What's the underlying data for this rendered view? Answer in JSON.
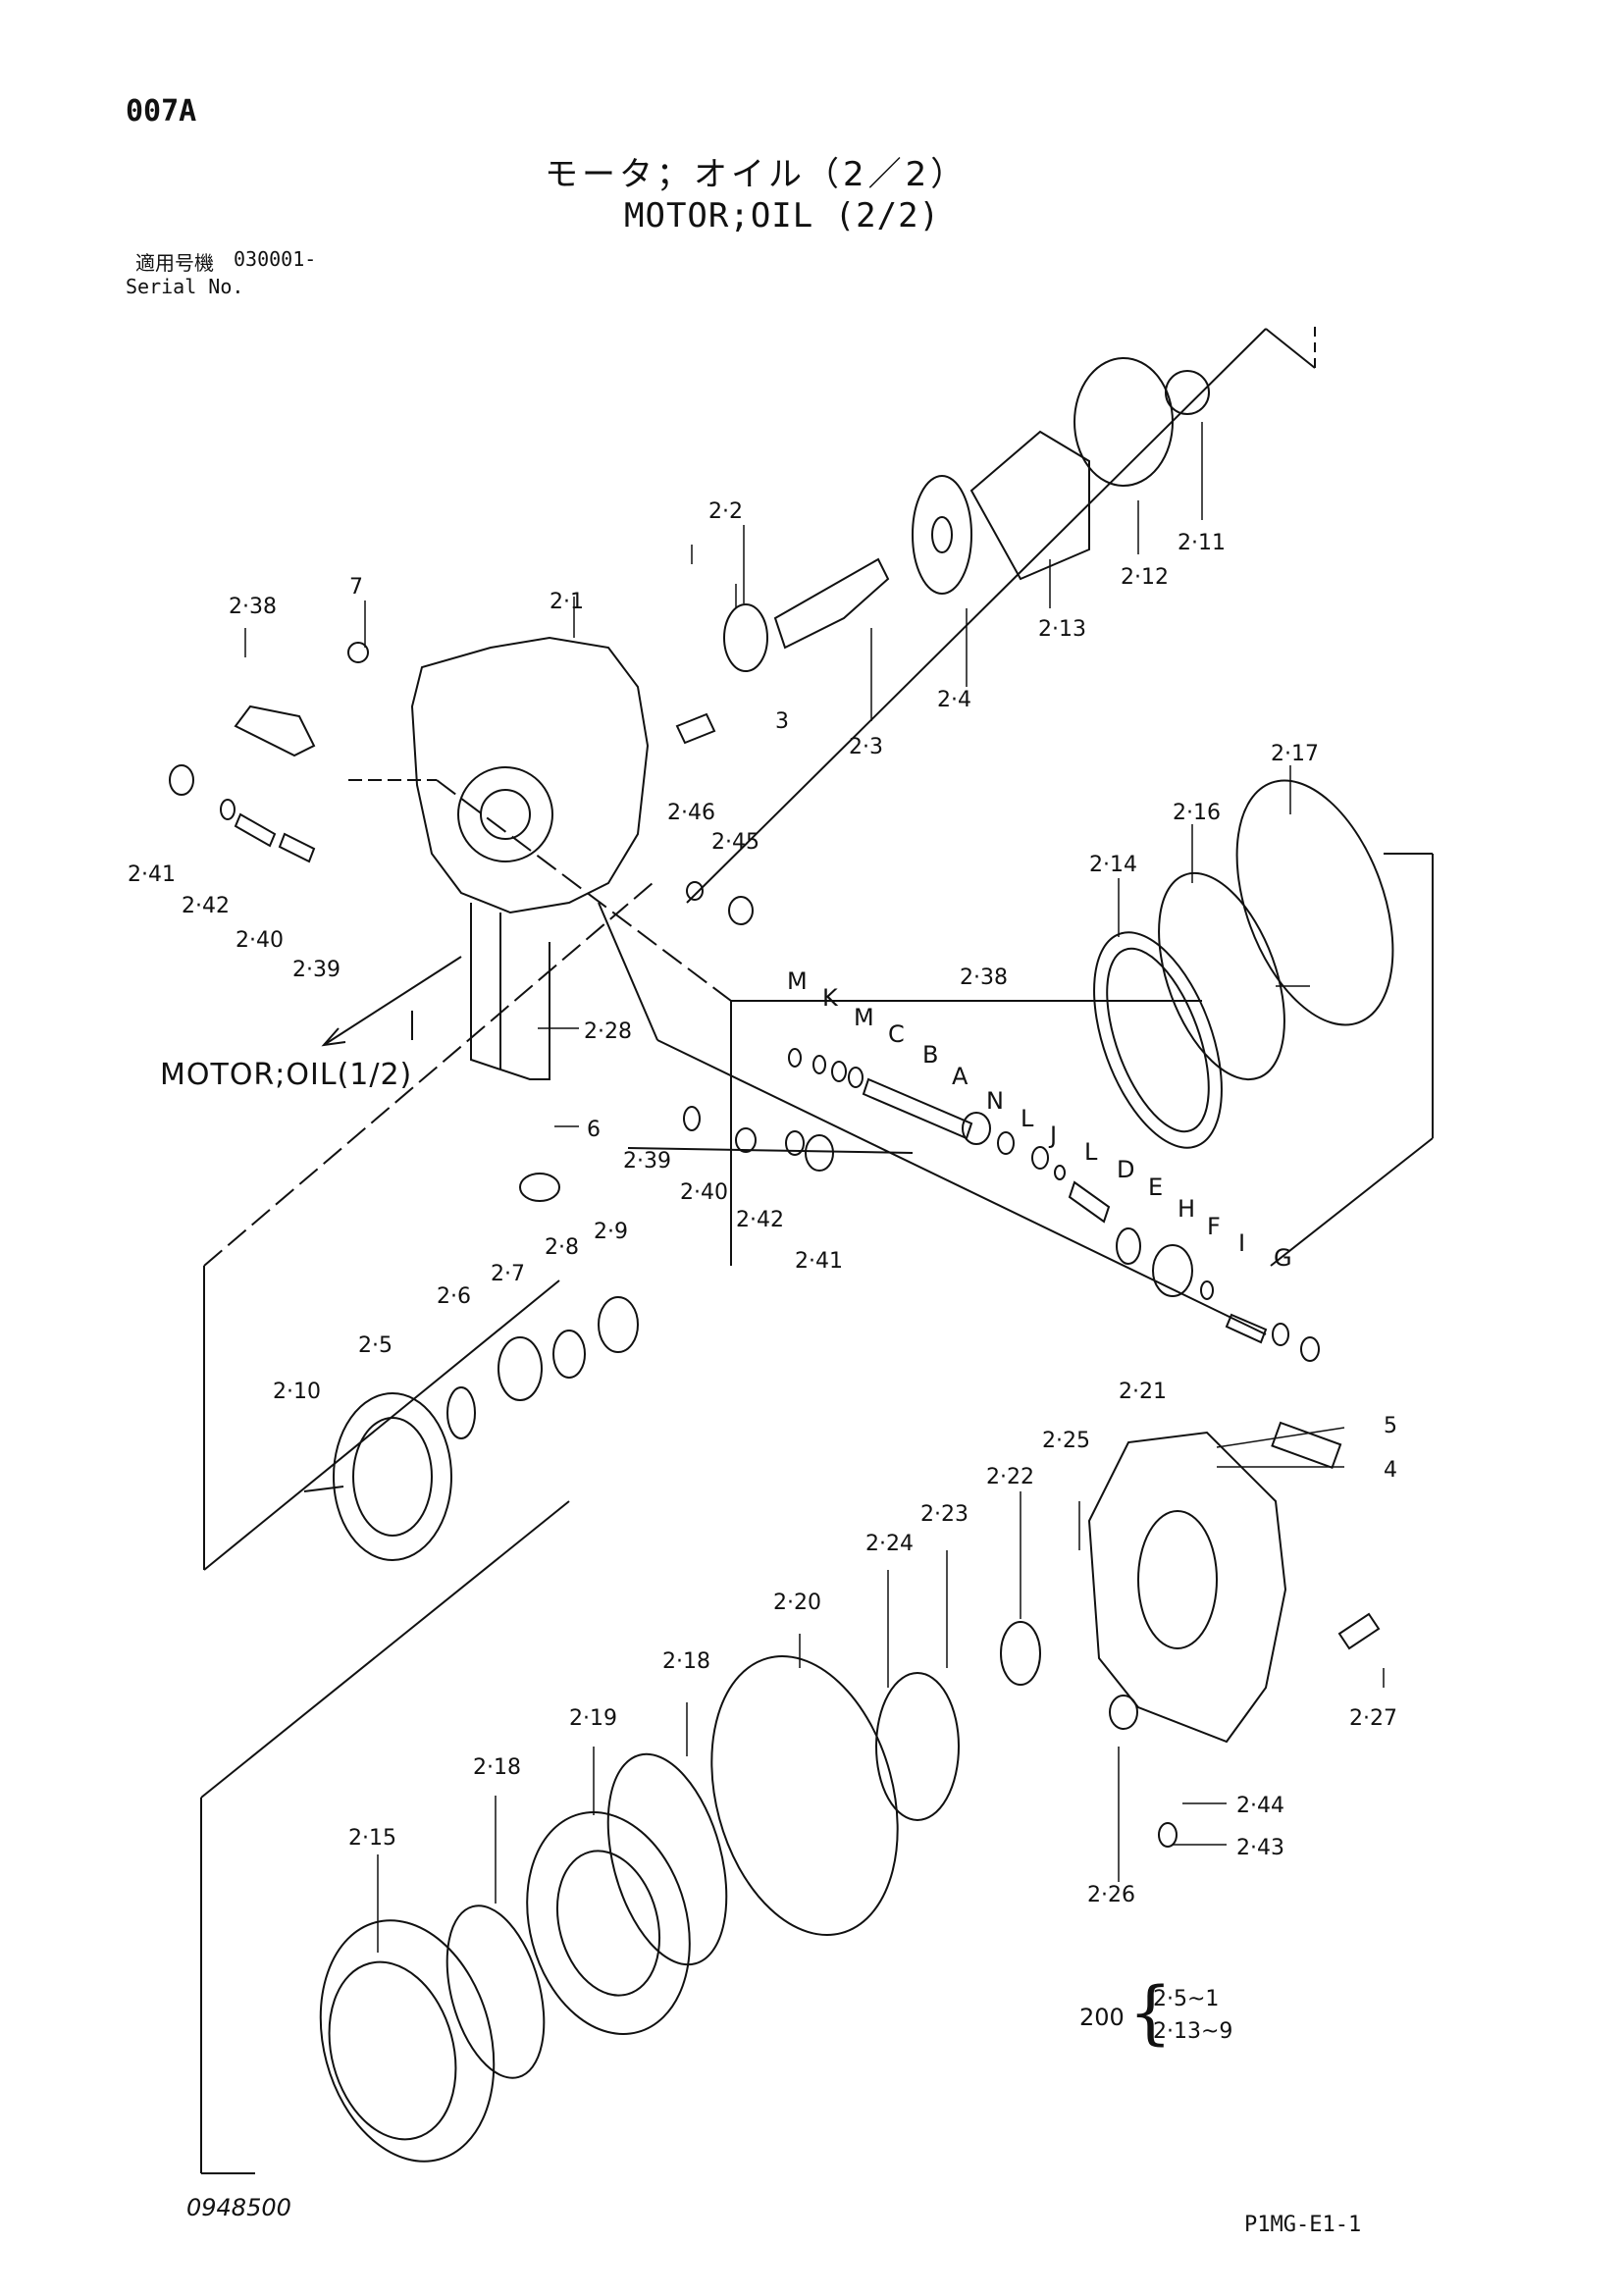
{
  "header": {
    "page_code": "007A",
    "title_jp": "モータ；オイル（2／2）",
    "title_en": "MOTOR;OIL (2/2)",
    "serial_label_jp": "適用号機",
    "serial_number": "030001-",
    "serial_label_en": "Serial No."
  },
  "reference_label": "MOTOR;OIL(1/2)",
  "callouts": {
    "c2_1": "2·1",
    "c2_2": "2·2",
    "c2_3": "2·3",
    "c2_4": "2·4",
    "c2_5": "2·5",
    "c2_6": "2·6",
    "c2_7": "2·7",
    "c2_8": "2·8",
    "c2_9": "2·9",
    "c2_10": "2·10",
    "c2_11": "2·11",
    "c2_12": "2·12",
    "c2_13": "2·13",
    "c2_14": "2·14",
    "c2_15": "2·15",
    "c2_16": "2·16",
    "c2_17": "2·17",
    "c2_18a": "2·18",
    "c2_18b": "2·18",
    "c2_19": "2·19",
    "c2_20": "2·20",
    "c2_21": "2·21",
    "c2_22": "2·22",
    "c2_23": "2·23",
    "c2_24": "2·24",
    "c2_25": "2·25",
    "c2_26": "2·26",
    "c2_27": "2·27",
    "c2_28": "2·28",
    "c2_38a": "2·38",
    "c2_38b": "2·38",
    "c2_39a": "2·39",
    "c2_39b": "2·39",
    "c2_40a": "2·40",
    "c2_40b": "2·40",
    "c2_41a": "2·41",
    "c2_41b": "2·41",
    "c2_42a": "2·42",
    "c2_42b": "2·42",
    "c2_43": "2·43",
    "c2_44": "2·44",
    "c2_45": "2·45",
    "c2_46": "2·46",
    "c3": "3",
    "c4": "4",
    "c5": "5",
    "c6": "6",
    "c7": "7"
  },
  "letters": {
    "M1": "M",
    "K": "K",
    "M2": "M",
    "C": "C",
    "B": "B",
    "A": "A",
    "N": "N",
    "L1": "L",
    "J": "J",
    "L2": "L",
    "D": "D",
    "E": "E",
    "H": "H",
    "F": "F",
    "I": "I",
    "G": "G"
  },
  "kit": {
    "qty": "200",
    "item1": "2·5~1",
    "item2": "2·13~9"
  },
  "footer": {
    "drawing_no": "0948500",
    "page_id": "P1MG-E1-1"
  }
}
